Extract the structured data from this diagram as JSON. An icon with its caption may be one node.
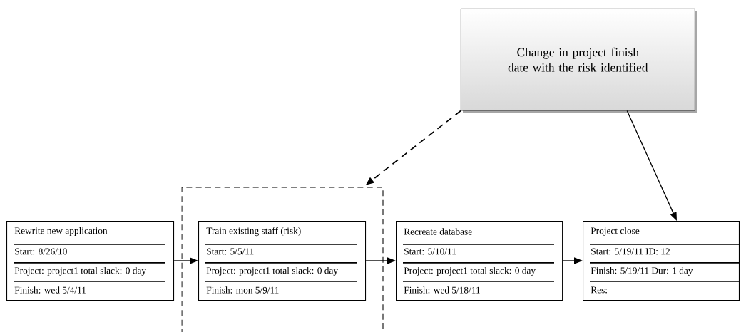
{
  "diagram": {
    "nodes": [
      {
        "text": [
          "Change in project finish date with the risk identified"
        ]
      },
      {
        "text": [
          "Rewrite new application",
          "Start: 8/26/10",
          "Project: project1 total slack: 0 day",
          "Finish: wed 5/4/11"
        ]
      },
      {
        "text": [],
        "shape": "box"
      },
      {
        "text": [
          "Train existing staff (risk)",
          "Start: 5/5/11",
          "Project: project1 total slack: 0 day",
          "Finish: mon 5/9/11"
        ],
        "in": 2
      },
      {
        "text": [
          "Recreate database",
          "Start: 5/10/11",
          "Project: project1 total slack: 0 day",
          "Finish: wed 5/18/11"
        ]
      },
      {
        "text": [
          "Project close",
          "Start: 5/19/11  ID: 12",
          "Finish: 5/19/11  Dur: 1 day",
          "Res:"
        ]
      }
    ],
    "edges": [
      {
        "from": 1,
        "to": 3,
        "arrow": "to"
      },
      {
        "from": 3,
        "to": 4,
        "arrow": "to"
      },
      {
        "from": 4,
        "to": 5,
        "arrow": "to"
      },
      {
        "from": 0,
        "to": 2,
        "arrow": "to",
        "style": "dashed"
      },
      {
        "from": 0,
        "to": 5,
        "arrow": "to"
      }
    ]
  }
}
